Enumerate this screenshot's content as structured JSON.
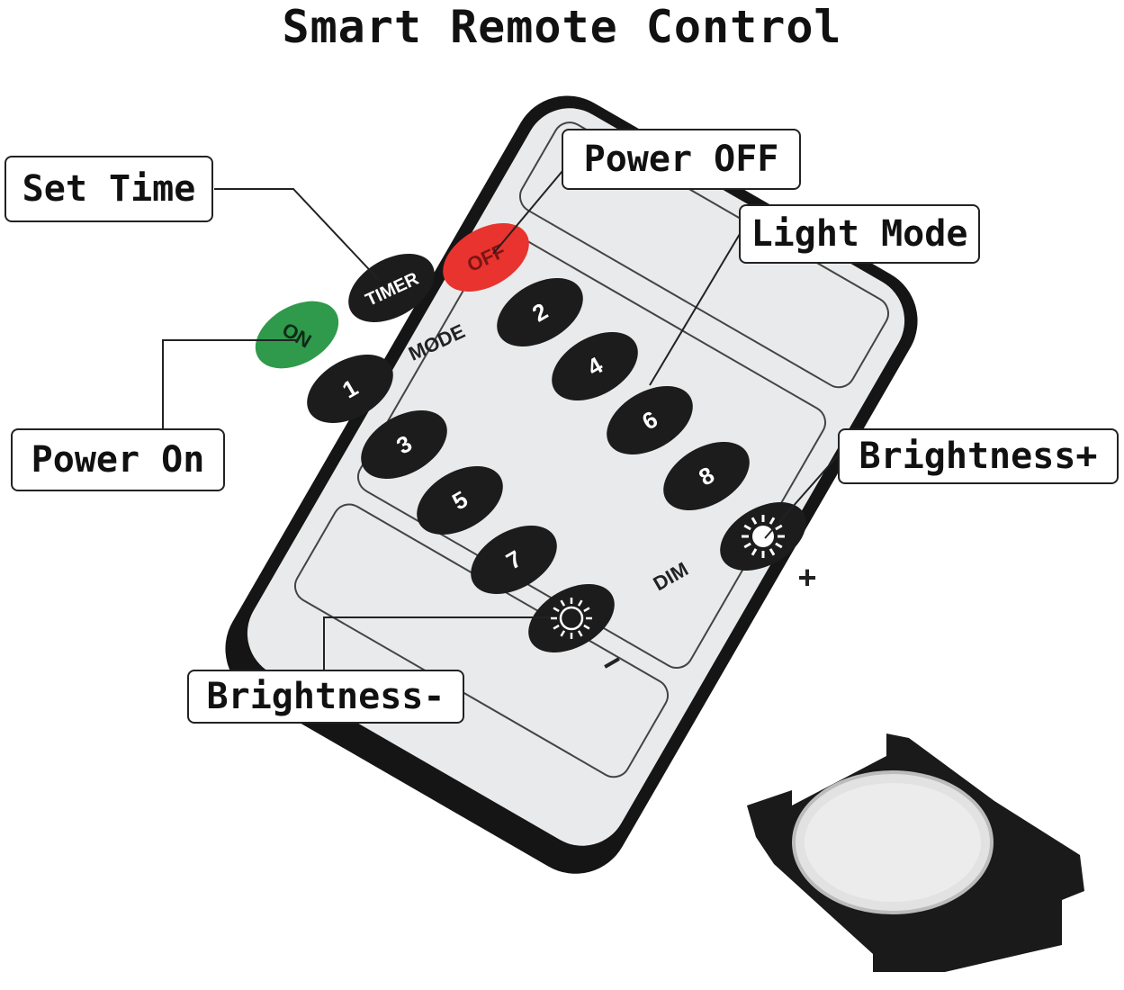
{
  "title": "Smart Remote Control",
  "callouts": {
    "set_time": "Set Time",
    "power_off": "Power OFF",
    "light_mode": "Light Mode",
    "power_on": "Power On",
    "brightness_plus": "Brightness+",
    "brightness_minus": "Brightness-"
  },
  "remote": {
    "on_label": "ON",
    "timer_label": "TIMER",
    "off_label": "OFF",
    "mode_label": "MODE",
    "dim_label": "DIM",
    "plus_label": "+",
    "minus_label": "−",
    "mode_buttons": [
      "1",
      "2",
      "3",
      "4",
      "5",
      "6",
      "7",
      "8"
    ],
    "body_color": "#1a1a1a",
    "face_color": "#e9eaeb",
    "on_color": "#2f9a4b",
    "off_color": "#e8332f",
    "button_color": "#1c1c1c"
  }
}
